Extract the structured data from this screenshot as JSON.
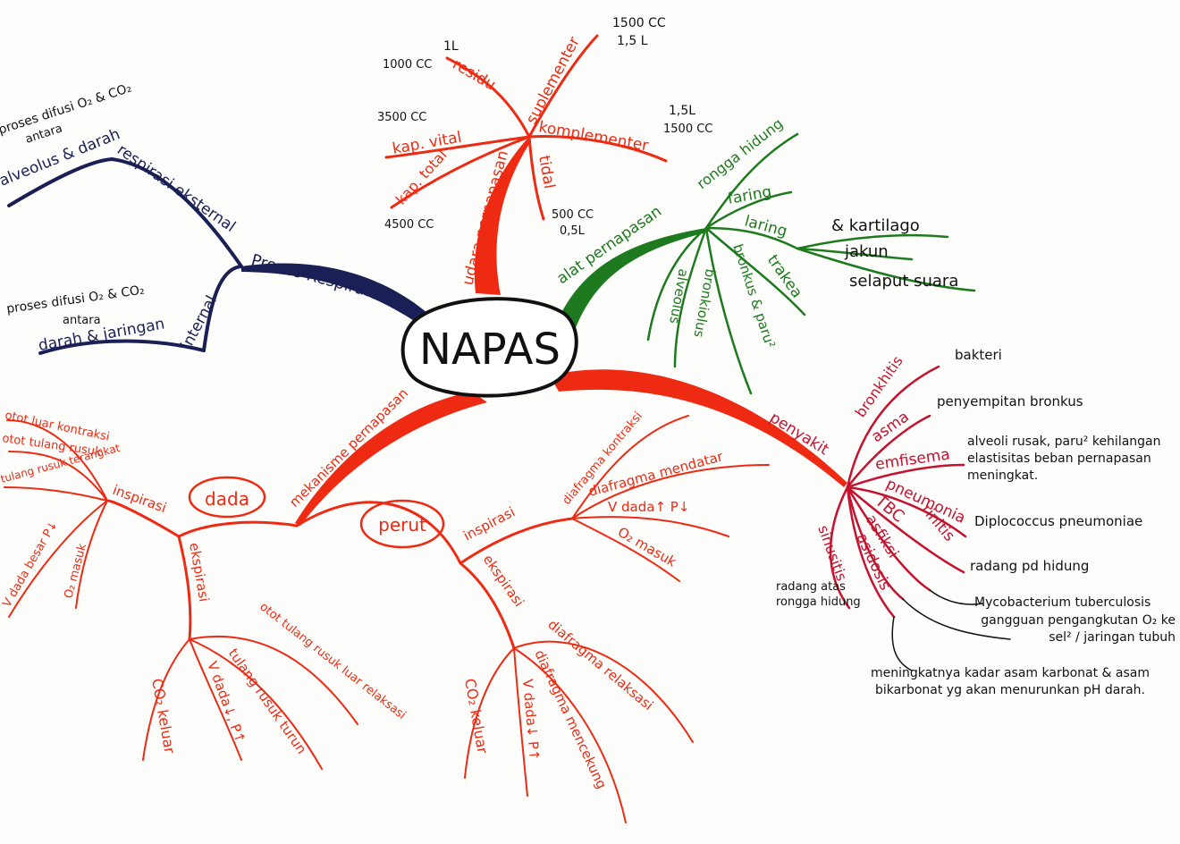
{
  "center": "NAPAS",
  "colors": {
    "respirasi": "#1a1f55",
    "udara": "#ee2a12",
    "alat": "#1e7a1e",
    "penyakit": "#c4122f",
    "mekanisme": "#ee2a12",
    "notes": "#111111"
  },
  "respirasi": {
    "label": "Proses Respirasi",
    "eksternal": {
      "label": "respirasi eksternal",
      "desc": "alveolus & darah",
      "note_1": "proses difusi O₂ & CO₂",
      "note_2": "antara"
    },
    "internal": {
      "label": "internal",
      "desc": "darah & jaringan",
      "note_1": "proses difusi O₂ & CO₂",
      "note_2": "antara"
    }
  },
  "udara": {
    "label": "udara pernapasan",
    "items": [
      {
        "label": "suplementer",
        "note_1": "1500 CC",
        "note_2": "1,5 L"
      },
      {
        "label": "residu",
        "note_1": "1L",
        "note_2": "1000 CC"
      },
      {
        "label": "komplementer",
        "note_1": "1,5L",
        "note_2": "1500 CC"
      },
      {
        "label": "kap. vital",
        "note_1": "3500 CC"
      },
      {
        "label": "kap. total",
        "note_1": "4500 CC"
      },
      {
        "label": "tidal",
        "note_1": "500 CC",
        "note_2": "0,5L"
      }
    ]
  },
  "alat": {
    "label": "alat pernapasan",
    "items": [
      "rongga hidung",
      "faring",
      "laring",
      "trakea",
      "bronkus & paru²",
      "bronkiolus",
      "alveolus"
    ],
    "laring_sub": [
      "& kartilago",
      "jakun",
      "selaput suara"
    ]
  },
  "penyakit": {
    "label": "penyakit",
    "items": [
      {
        "label": "bronkhitis",
        "note": "bakteri"
      },
      {
        "label": "asma",
        "note": "penyempitan bronkus"
      },
      {
        "label": "emfisema",
        "note": "alveoli rusak, paru² kehilangan elastisitas beban pernapasan meningkat."
      },
      {
        "label": "pneumonia",
        "note": "Diplococcus pneumoniae"
      },
      {
        "label": "rinitis",
        "note": "radang pd hidung"
      },
      {
        "label": "TBC",
        "note": "Mycobacterium tuberculosis"
      },
      {
        "label": "asfiksi",
        "note": "gangguan pengangkutan O₂ ke sel² / jaringan tubuh"
      },
      {
        "label": "asidosis",
        "note": "meningkatnya kadar asam karbonat & asam bikarbonat yg akan menurunkan pH darah."
      },
      {
        "label": "sinusitis",
        "note": "radang atas rongga hidung"
      }
    ]
  },
  "mekanisme": {
    "label": "mekanisme pernapasan",
    "dada": {
      "label": "dada",
      "inspirasi": {
        "label": "inspirasi",
        "items": [
          "otot luar kontraksi",
          "otot tulang rusuk",
          "tulang rusuk terangkat",
          "V dada besar P↓",
          "O₂ masuk"
        ]
      },
      "ekspirasi": {
        "label": "ekspirasi",
        "items": [
          "otot tulang rusuk luar relaksasi",
          "tulang rusuk turun",
          "V dada↓, P↑",
          "CO₂ keluar"
        ]
      }
    },
    "perut": {
      "label": "perut",
      "inspirasi": {
        "label": "inspirasi",
        "items": [
          "diafragma kontraksi",
          "diafragma mendatar",
          "V dada↑ P↓",
          "O₂ masuk"
        ]
      },
      "ekspirasi": {
        "label": "ekspirasi",
        "items": [
          "diafragma relaksasi",
          "diafragma mencekung",
          "V dada↓ P↑",
          "CO₂ keluar"
        ]
      }
    }
  }
}
